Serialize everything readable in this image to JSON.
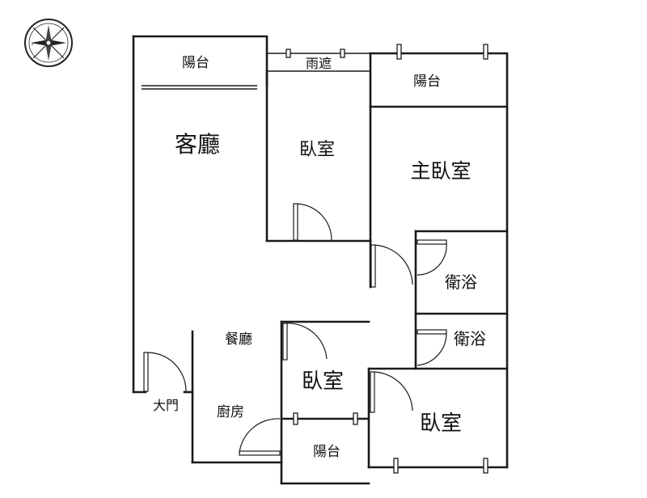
{
  "rooms": {
    "balcony_top_left": "陽台",
    "rain_shelter": "雨遮",
    "balcony_top_right": "陽台",
    "living_room": "客廳",
    "bedroom_center": "臥室",
    "master_bedroom": "主臥室",
    "bathroom_upper": "衛浴",
    "bathroom_lower": "衛浴",
    "dining_room": "餐廳",
    "bedroom_small": "臥室",
    "kitchen": "廚房",
    "bedroom_bottom_right": "臥室",
    "balcony_bottom": "陽台",
    "main_door": "大門"
  },
  "icons": {
    "compass": "compass-rose-icon"
  }
}
